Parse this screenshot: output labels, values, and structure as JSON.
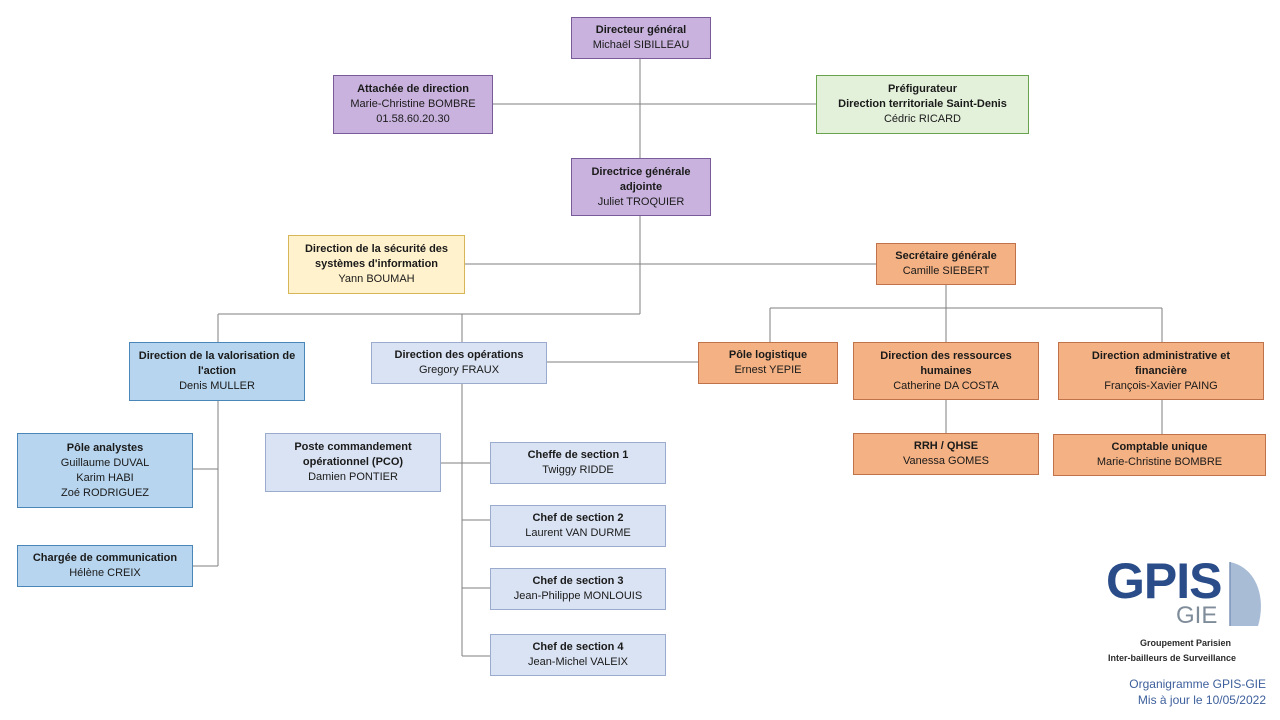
{
  "boxes": {
    "dg": {
      "title": "Directeur général",
      "lines": [
        "Michaël SIBILLEAU"
      ],
      "color": "purple"
    },
    "attachee": {
      "title": "Attachée de direction",
      "lines": [
        "Marie-Christine BOMBRE",
        "01.58.60.20.30"
      ],
      "color": "purple"
    },
    "prefig": {
      "title": "Préfigurateur\nDirection territoriale Saint-Denis",
      "lines": [
        "Cédric RICARD"
      ],
      "color": "green"
    },
    "dga": {
      "title": "Directrice générale adjointe",
      "lines": [
        "Juliet TROQUIER"
      ],
      "color": "purple"
    },
    "dsi": {
      "title": "Direction de la sécurité des systèmes d'information",
      "lines": [
        "Yann BOUMAH"
      ],
      "color": "yellow"
    },
    "sg": {
      "title": "Secrétaire générale",
      "lines": [
        "Camille SIEBERT"
      ],
      "color": "orange"
    },
    "dva": {
      "title": "Direction de la valorisation de l'action",
      "lines": [
        "Denis MULLER"
      ],
      "color": "blue"
    },
    "dops": {
      "title": "Direction des opérations",
      "lines": [
        "Gregory FRAUX"
      ],
      "color": "lblue"
    },
    "logistique": {
      "title": "Pôle logistique",
      "lines": [
        "Ernest YEPIE"
      ],
      "color": "orange"
    },
    "drh": {
      "title": "Direction des ressources humaines",
      "lines": [
        "Catherine DA COSTA"
      ],
      "color": "orange"
    },
    "daf": {
      "title": "Direction administrative et financière",
      "lines": [
        "François-Xavier PAING"
      ],
      "color": "orange"
    },
    "analystes": {
      "title": "Pôle analystes",
      "lines": [
        "Guillaume DUVAL",
        "Karim HABI",
        "Zoé RODRIGUEZ"
      ],
      "color": "blue"
    },
    "comm": {
      "title": "Chargée de communication",
      "lines": [
        "Hélène CREIX"
      ],
      "color": "blue"
    },
    "pco": {
      "title": "Poste commandement opérationnel (PCO)",
      "lines": [
        "Damien PONTIER"
      ],
      "color": "lblue"
    },
    "s1": {
      "title": "Cheffe de section 1",
      "lines": [
        "Twiggy RIDDE"
      ],
      "color": "lblue"
    },
    "s2": {
      "title": "Chef de section 2",
      "lines": [
        "Laurent VAN DURME"
      ],
      "color": "lblue"
    },
    "s3": {
      "title": "Chef de section 3",
      "lines": [
        "Jean-Philippe MONLOUIS"
      ],
      "color": "lblue"
    },
    "s4": {
      "title": "Chef de section 4",
      "lines": [
        "Jean-Michel VALEIX"
      ],
      "color": "lblue"
    },
    "rrh": {
      "title": "RRH / QHSE",
      "lines": [
        "Vanessa GOMES"
      ],
      "color": "orange"
    },
    "comptable": {
      "title": "Comptable unique",
      "lines": [
        "Marie-Christine BOMBRE"
      ],
      "color": "orange"
    }
  },
  "logo": {
    "wordmark": "GPIS",
    "sub": "GIE",
    "tagline_1": "Groupement Parisien",
    "tagline_2": "Inter-bailleurs de Surveillance",
    "colors": {
      "wordmark": "#2a4d8a",
      "sub": "#7f8c9a",
      "sail": "#a8bcd6"
    }
  },
  "footer": {
    "line1": "Organigramme GPIS-GIE",
    "line2": "Mis à jour le 10/05/2022"
  },
  "connector_color": "#7f7f7f"
}
